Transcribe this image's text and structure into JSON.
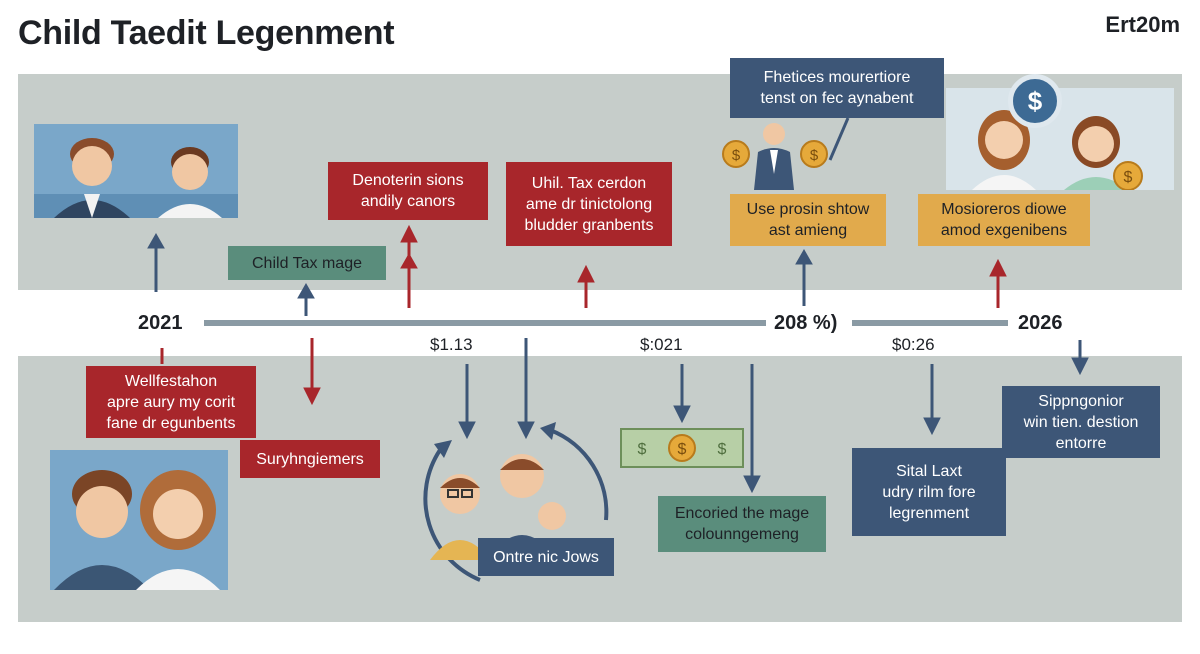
{
  "title": "Child Taedit Legenment",
  "corner_label": "Ert20m",
  "timeline": {
    "years": [
      "2021",
      "208 %)",
      "2026"
    ],
    "amounts": [
      "$1.13",
      "$:021",
      "$0:26"
    ]
  },
  "boxes": {
    "child_tax_image": "Child Tax mage",
    "denoterin": "Denoterin sions\nandily canors",
    "uhil_tax": "Uhil. Tax cerdon\name dr tinictolong\nbludder granbents",
    "fhetices": "Fhetices mourertiore\ntenst on fec aynabent",
    "use_prosin": "Use prosin shtow\nast amieng",
    "mosioreros": "Mosioreros diowe\namod exgenibens",
    "wellfestation": "Wellfestahon\napre aury my corit\nfane dr egunbents",
    "surying": "Suryhngiemers",
    "ontre": "Ontre nic Jows",
    "encoried": "Encoried the mage\ncolounngemeng",
    "sital": "Sital Laxt\nudry rilm fore\nlegrenment",
    "sippngonior": "Sippngonior\nwin tien. destion\nentorre"
  },
  "colors": {
    "red": "#a8262b",
    "navy": "#3d5677",
    "gold": "#e1aa4c",
    "teal": "#5a8d7c",
    "band": "#c6cdca",
    "timeline": "#8a9aa4"
  },
  "icons": [
    "dollar-coin-icon",
    "dollar-bill-icon",
    "family-illustration",
    "arrow-up-icon",
    "arrow-down-icon"
  ]
}
